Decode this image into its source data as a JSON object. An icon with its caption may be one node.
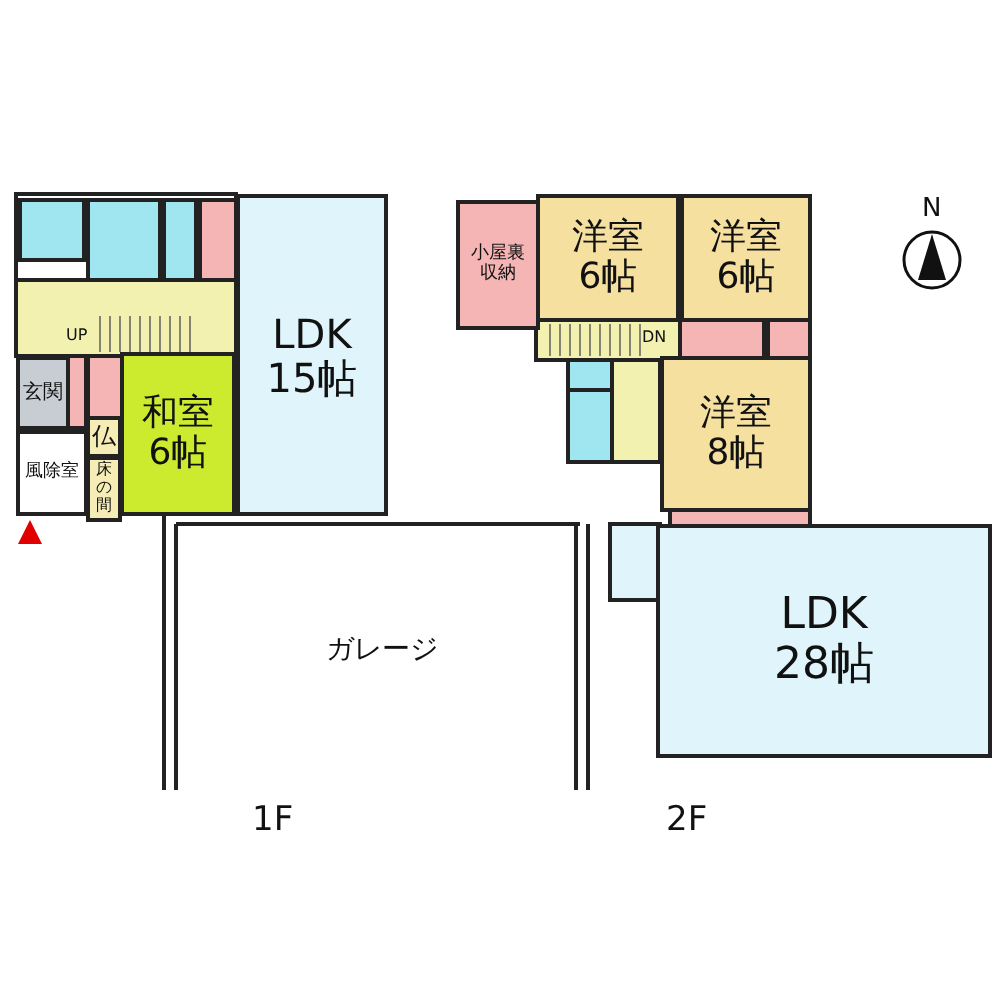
{
  "diagram": {
    "nodes": [
      {
        "text": [
          "LDK",
          "15帖"
        ]
      },
      {
        "text": [
          "玄関"
        ]
      },
      {
        "text": [
          "和室",
          "6帖"
        ]
      },
      {
        "text": [
          "仏"
        ]
      },
      {
        "text": [
          "床の間"
        ]
      },
      {
        "text": [
          "風除室"
        ]
      },
      {
        "text": [
          "ガレージ"
        ]
      },
      {
        "text": [
          "小屋裏収納"
        ]
      },
      {
        "text": [
          "洋室",
          "6帖"
        ]
      },
      {
        "text": [
          "洋室",
          "6帖"
        ]
      },
      {
        "text": [
          "洋室",
          "8帖"
        ]
      },
      {
        "text": [
          "LDK",
          "28帖"
        ]
      }
    ],
    "labels": [
      "N",
      "UP",
      "DN",
      "1F",
      "2F"
    ]
  }
}
